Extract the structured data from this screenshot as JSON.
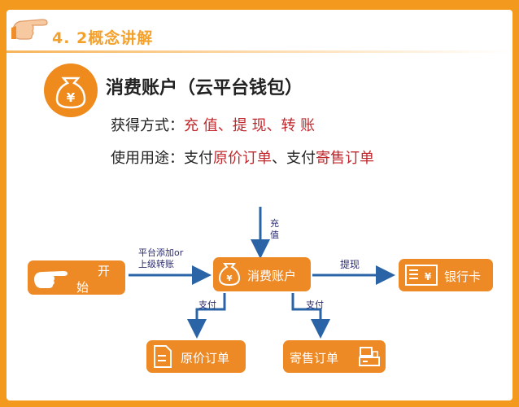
{
  "header": {
    "section_title": "4. 2概念讲解"
  },
  "account": {
    "title": "消费账户（云平台钱包）",
    "get_label": "获得方式：",
    "get_methods": "充 值、提 现、转 账",
    "use_label": "使用用途：",
    "use_pay1": "支付",
    "use_item1": "原价订单",
    "use_sep": "、",
    "use_pay2": "支付",
    "use_item2": "寄售订单"
  },
  "flow": {
    "start_char1": "开",
    "start_char2": "始",
    "consume": "消费账户",
    "bank": "银行卡",
    "original": "原价订单",
    "consign": "寄售订单",
    "recharge_1": "充",
    "recharge_2": "值",
    "platform_1": "平台添加or",
    "platform_2": "上级转账",
    "withdraw": "提现",
    "pay_left": "支付",
    "pay_right": "支付"
  },
  "colors": {
    "orange": "#ee8a26",
    "arrow": "#2a64a6",
    "red": "#c0282d",
    "title": "#f4a12c"
  },
  "icons": [
    "hand-pointing-icon",
    "money-bag-icon",
    "bank-card-icon",
    "document-icon",
    "register-icon"
  ]
}
